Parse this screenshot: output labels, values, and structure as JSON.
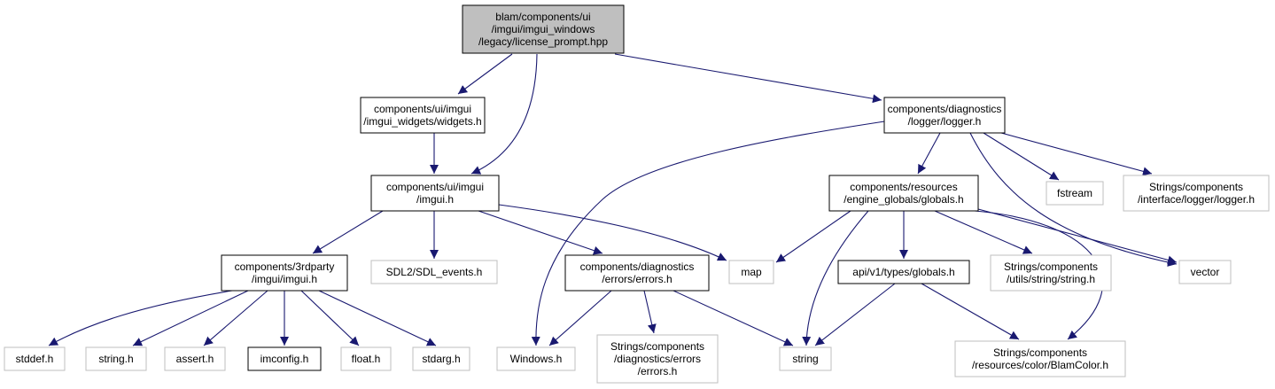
{
  "colors": {
    "edge": "#191970",
    "root_fill": "#bfbfbf",
    "solid_border": "#000000",
    "external_border": "#bfbfbf",
    "background": "#ffffff"
  },
  "nodes": [
    {
      "id": "root",
      "kind": "root",
      "lines": [
        "blam/components/ui",
        "/imgui/imgui_windows",
        "/legacy/license_prompt.hpp"
      ]
    },
    {
      "id": "widgets",
      "kind": "solid",
      "lines": [
        "components/ui/imgui",
        "/imgui_widgets/widgets.h"
      ]
    },
    {
      "id": "logger",
      "kind": "solid",
      "lines": [
        "components/diagnostics",
        "/logger/logger.h"
      ]
    },
    {
      "id": "imgui",
      "kind": "solid",
      "lines": [
        "components/ui/imgui",
        "/imgui.h"
      ]
    },
    {
      "id": "fstream",
      "kind": "external",
      "lines": [
        "fstream"
      ]
    },
    {
      "id": "str_logger",
      "kind": "external",
      "lines": [
        "Strings/components",
        "/interface/logger/logger.h"
      ]
    },
    {
      "id": "globals",
      "kind": "solid",
      "lines": [
        "components/resources",
        "/engine_globals/globals.h"
      ]
    },
    {
      "id": "third",
      "kind": "solid",
      "lines": [
        "components/3rdparty",
        "/imgui/imgui.h"
      ]
    },
    {
      "id": "sdl",
      "kind": "external",
      "lines": [
        "SDL2/SDL_events.h"
      ]
    },
    {
      "id": "errors",
      "kind": "solid",
      "lines": [
        "components/diagnostics",
        "/errors/errors.h"
      ]
    },
    {
      "id": "map",
      "kind": "external",
      "lines": [
        "map"
      ]
    },
    {
      "id": "api",
      "kind": "solid",
      "lines": [
        "api/v1/types/globals.h"
      ]
    },
    {
      "id": "str_string",
      "kind": "external",
      "lines": [
        "Strings/components",
        "/utils/string/string.h"
      ]
    },
    {
      "id": "vector",
      "kind": "external",
      "lines": [
        "vector"
      ]
    },
    {
      "id": "stddef",
      "kind": "external",
      "lines": [
        "stddef.h"
      ]
    },
    {
      "id": "stringh",
      "kind": "external",
      "lines": [
        "string.h"
      ]
    },
    {
      "id": "assert",
      "kind": "external",
      "lines": [
        "assert.h"
      ]
    },
    {
      "id": "imconfig",
      "kind": "solid",
      "lines": [
        "imconfig.h"
      ]
    },
    {
      "id": "float",
      "kind": "external",
      "lines": [
        "float.h"
      ]
    },
    {
      "id": "stdarg",
      "kind": "external",
      "lines": [
        "stdarg.h"
      ]
    },
    {
      "id": "windows",
      "kind": "external",
      "lines": [
        "Windows.h"
      ]
    },
    {
      "id": "str_errors",
      "kind": "external",
      "lines": [
        "Strings/components",
        "/diagnostics/errors",
        "/errors.h"
      ]
    },
    {
      "id": "string",
      "kind": "external",
      "lines": [
        "string"
      ]
    },
    {
      "id": "blamcolor",
      "kind": "external",
      "lines": [
        "Strings/components",
        "/resources/color/BlamColor.h"
      ]
    }
  ],
  "edges": [
    {
      "from": "root",
      "to": "widgets"
    },
    {
      "from": "root",
      "to": "imgui"
    },
    {
      "from": "root",
      "to": "logger"
    },
    {
      "from": "widgets",
      "to": "imgui"
    },
    {
      "from": "logger",
      "to": "windows"
    },
    {
      "from": "logger",
      "to": "globals"
    },
    {
      "from": "logger",
      "to": "fstream"
    },
    {
      "from": "logger",
      "to": "str_logger"
    },
    {
      "from": "logger",
      "to": "vector"
    },
    {
      "from": "imgui",
      "to": "third"
    },
    {
      "from": "imgui",
      "to": "sdl"
    },
    {
      "from": "imgui",
      "to": "errors"
    },
    {
      "from": "imgui",
      "to": "map"
    },
    {
      "from": "globals",
      "to": "map"
    },
    {
      "from": "globals",
      "to": "string"
    },
    {
      "from": "globals",
      "to": "api"
    },
    {
      "from": "globals",
      "to": "str_string"
    },
    {
      "from": "globals",
      "to": "blamcolor"
    },
    {
      "from": "globals",
      "to": "vector"
    },
    {
      "from": "third",
      "to": "stddef"
    },
    {
      "from": "third",
      "to": "stringh"
    },
    {
      "from": "third",
      "to": "assert"
    },
    {
      "from": "third",
      "to": "imconfig"
    },
    {
      "from": "third",
      "to": "float"
    },
    {
      "from": "third",
      "to": "stdarg"
    },
    {
      "from": "errors",
      "to": "windows"
    },
    {
      "from": "errors",
      "to": "str_errors"
    },
    {
      "from": "errors",
      "to": "string"
    },
    {
      "from": "api",
      "to": "string"
    },
    {
      "from": "api",
      "to": "blamcolor"
    }
  ]
}
